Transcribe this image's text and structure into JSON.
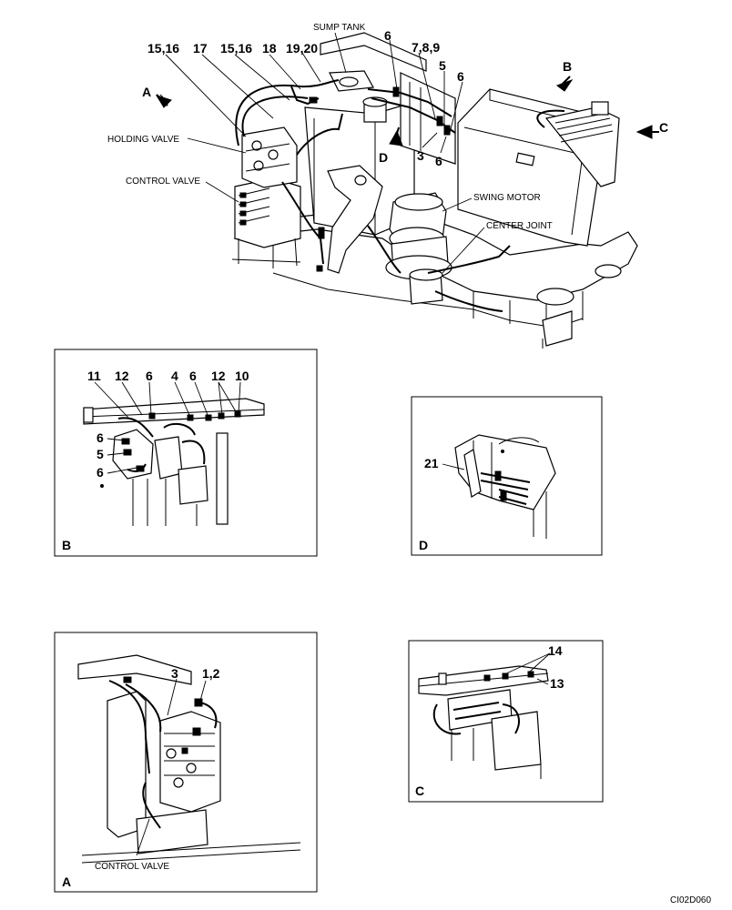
{
  "main": {
    "labels": {
      "p1516a": "15,16",
      "p17": "17",
      "p1516b": "15,16",
      "p18": "18",
      "p1920": "19,20",
      "sump": "SUMP TANK",
      "p6a": "6",
      "p789": "7,8,9",
      "p5": "5",
      "p6b": "6",
      "p3": "3",
      "p6c": "6",
      "holding": "HOLDING VALVE",
      "control": "CONTROL VALVE",
      "swing": "SWING MOTOR",
      "center": "CENTER JOINT",
      "arrowA": "A",
      "arrowB": "B",
      "arrowC": "C",
      "arrowD": "D"
    }
  },
  "detailB": {
    "view": "B",
    "labels": {
      "p11": "11",
      "p12a": "12",
      "p6a": "6",
      "p4": "4",
      "p6b": "6",
      "p12b": "12",
      "p10": "10",
      "p6c": "6",
      "p5": "5",
      "p6d": "6"
    }
  },
  "detailD": {
    "view": "D",
    "labels": {
      "p21": "21"
    }
  },
  "detailA": {
    "view": "A",
    "labels": {
      "p3": "3",
      "p12": "1,2",
      "control": "CONTROL VALVE"
    }
  },
  "detailC": {
    "view": "C",
    "labels": {
      "p14": "14",
      "p13": "13"
    }
  },
  "drawing_code": "CI02D060"
}
